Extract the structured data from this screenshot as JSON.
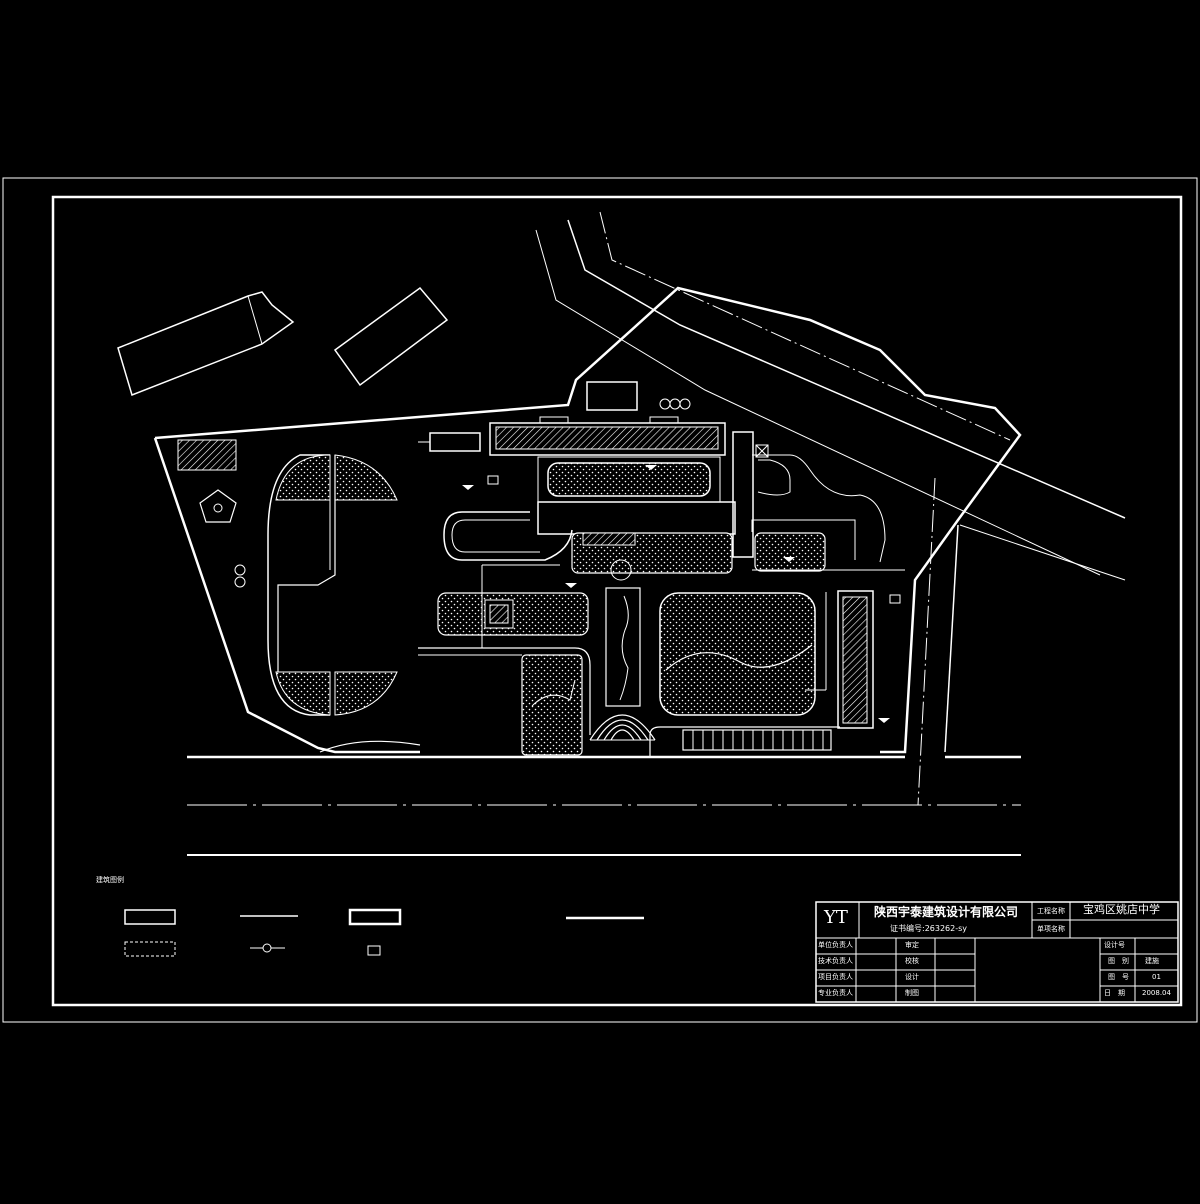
{
  "drawing": {
    "legend_title": "建筑图例",
    "title_block": {
      "logo": "YT",
      "company": "陕西宇泰建筑设计有限公司",
      "certificate": "证书编号:263262-sy",
      "project_label": "工程名称",
      "project_name": "宝鸡区姚店中学",
      "subproject_label": "单项名称",
      "subproject_name": "",
      "roles": [
        {
          "title": "单位负责人",
          "name": "",
          "field": "审定",
          "value": ""
        },
        {
          "title": "技术负责人",
          "name": "",
          "field": "校核",
          "value": ""
        },
        {
          "title": "项目负责人",
          "name": "",
          "field": "设计",
          "value": ""
        },
        {
          "title": "专业负责人",
          "name": "",
          "field": "制图",
          "value": ""
        }
      ],
      "meta": [
        {
          "label": "设计号",
          "value": ""
        },
        {
          "label": "图　别",
          "value": "建施"
        },
        {
          "label": "图　号",
          "value": "01"
        },
        {
          "label": "日　期",
          "value": "2008.04"
        }
      ]
    }
  }
}
